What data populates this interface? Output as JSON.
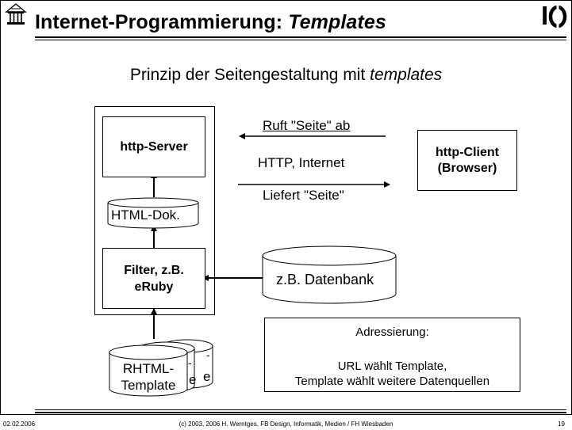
{
  "title": {
    "main": "Internet-Programmierung: ",
    "emph": "Templates"
  },
  "logo": "I",
  "subtitle": {
    "main": "Prinzip der Seitengestaltung mit ",
    "emph": "templates"
  },
  "server": {
    "http_server": "http-Server",
    "html_dok": "HTML-Dok.",
    "filter_line1": "Filter, z.B.",
    "filter_line2": "eRuby"
  },
  "client": {
    "line1": "http-Client",
    "line2": "(Browser)"
  },
  "arrows": {
    "request": "Ruft \"Seite\" ab",
    "channel": "HTTP, Internet",
    "response": "Liefert \"Seite\""
  },
  "database": "z.B. Datenbank",
  "templates": {
    "back_fragment1": "-",
    "back_fragment2": "-",
    "front_line1": "RHTML-",
    "front_line2": "Template",
    "back_suffix1": "e",
    "back_suffix2": "e"
  },
  "addressing": {
    "heading": "Adressierung:",
    "line1": "URL wählt Template,",
    "line2": "Template wählt weitere Datenquellen"
  },
  "footer": {
    "date": "02.02.2006",
    "credit": "(c) 2003, 2006 H. Werntges, FB Design, Informatik, Medien / FH Wiesbaden",
    "page": "19"
  }
}
